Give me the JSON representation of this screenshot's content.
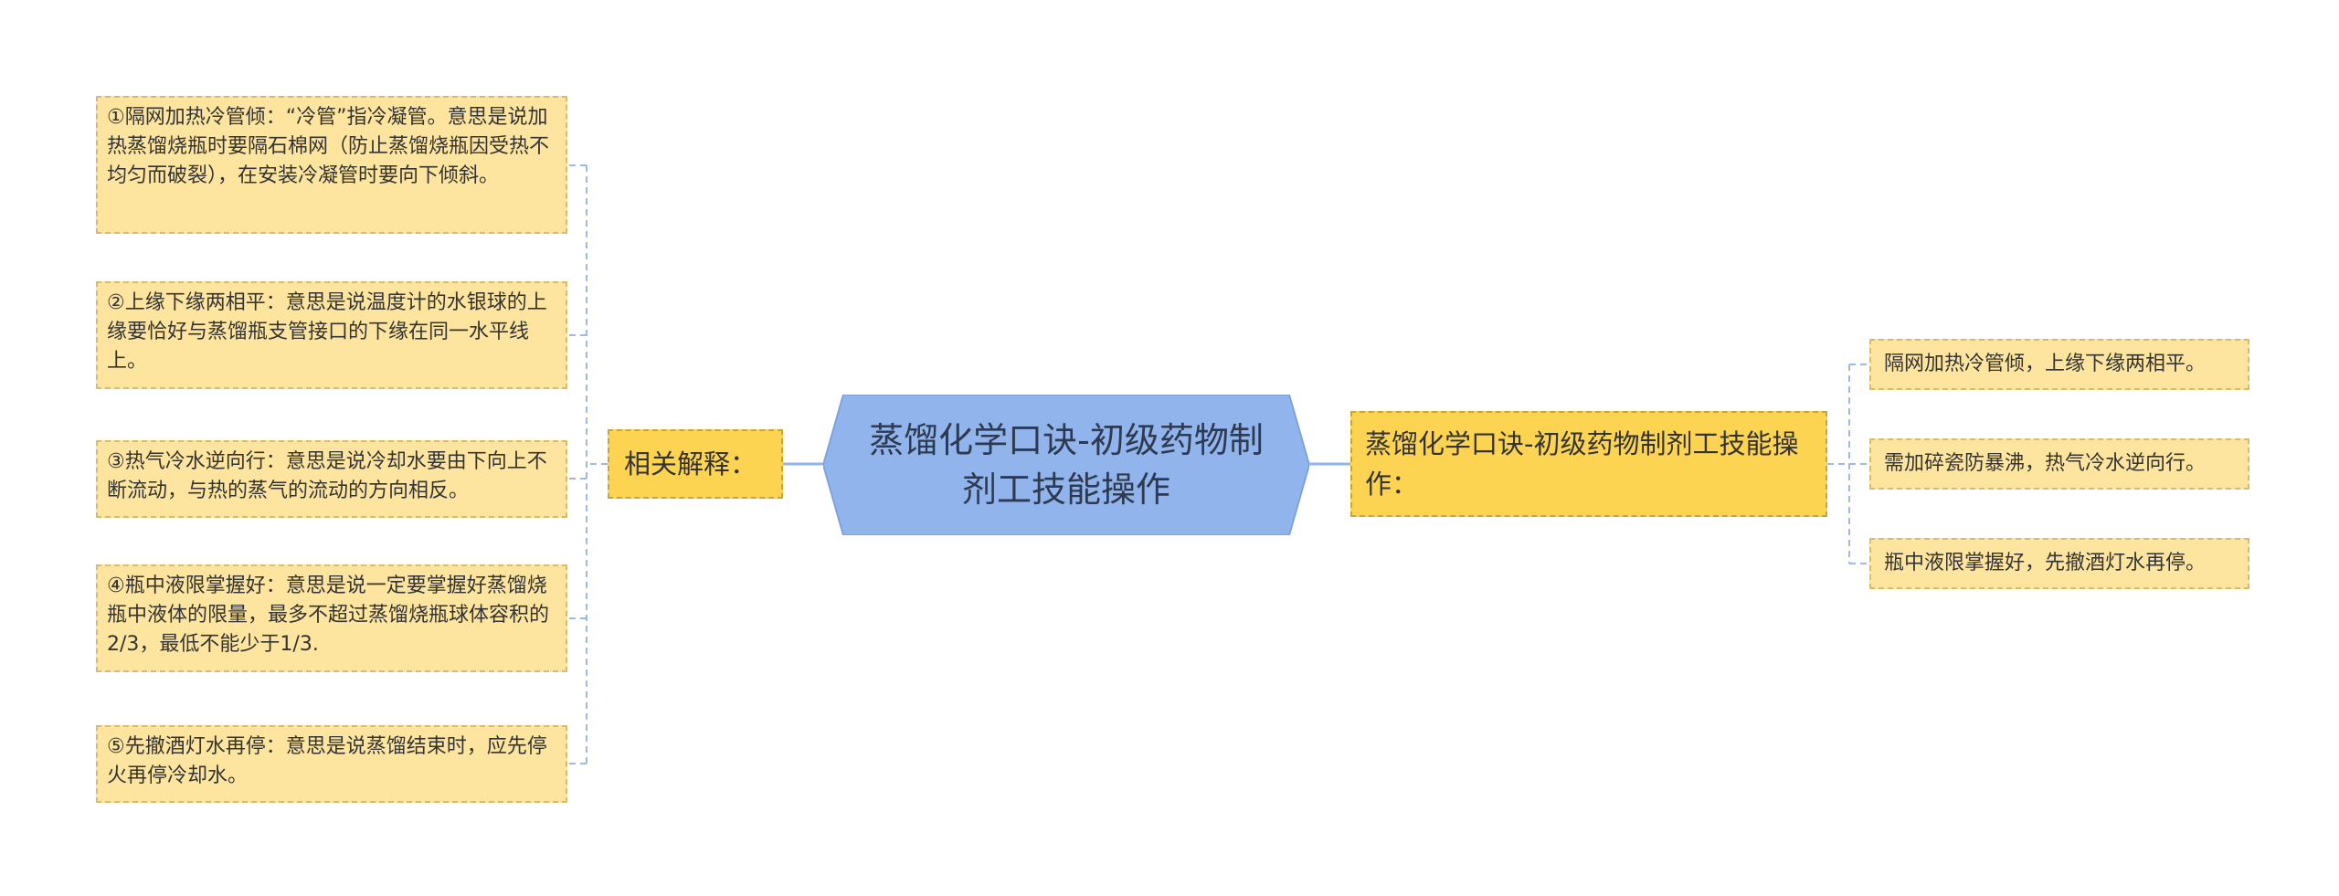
{
  "colors": {
    "root_fill": "#92b4ec",
    "branch_fill": "#fdd352",
    "leaf_fill": "#fde59f",
    "connector": "#92b4ec"
  },
  "root": {
    "text": "蒸馏化学口诀-初级药物制剂工技能操作"
  },
  "left_branch": {
    "label": "相关解释：",
    "items": [
      "①隔网加热冷管倾：“冷管”指冷凝管。意思是说加热蒸馏烧瓶时要隔石棉网（防止蒸馏烧瓶因受热不均匀而破裂），在安装冷凝管时要向下倾斜。",
      "②上缘下缘两相平：意思是说温度计的水银球的上缘要恰好与蒸馏瓶支管接口的下缘在同一水平线上。",
      "③热气冷水逆向行：意思是说冷却水要由下向上不断流动，与热的蒸气的流动的方向相反。",
      "④瓶中液限掌握好：意思是说一定要掌握好蒸馏烧瓶中液体的限量，最多不超过蒸馏烧瓶球体容积的2/3，最低不能少于1/3.",
      "⑤先撤酒灯水再停：意思是说蒸馏结束时，应先停火再停冷却水。"
    ]
  },
  "right_branch": {
    "label": "蒸馏化学口诀-初级药物制剂工技能操作：",
    "items": [
      "隔网加热冷管倾，上缘下缘两相平。",
      "需加碎瓷防暴沸，热气冷水逆向行。",
      "瓶中液限掌握好，先撤酒灯水再停。"
    ]
  }
}
